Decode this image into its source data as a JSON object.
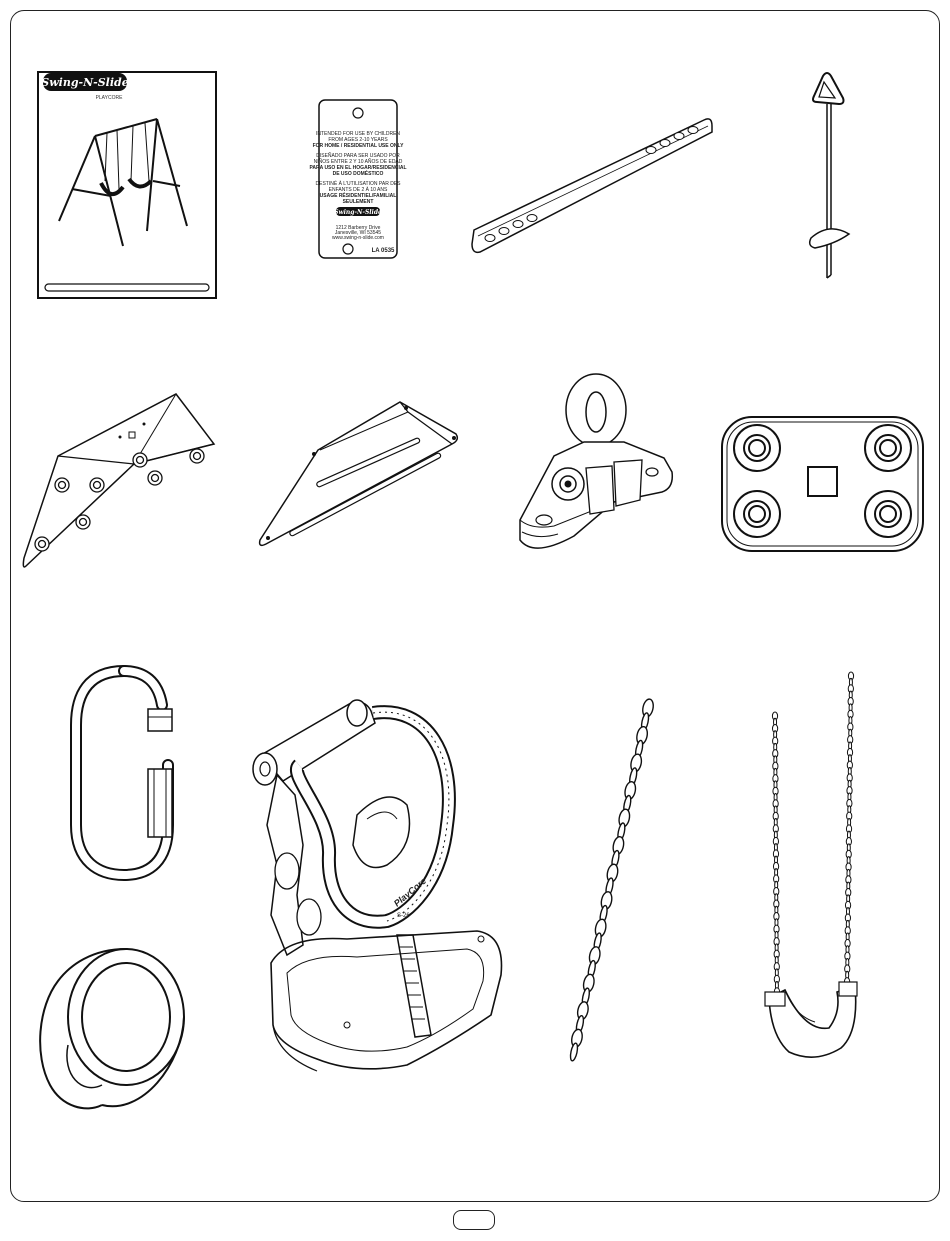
{
  "manual": {
    "brand": "Swing-N-Slide",
    "sub_brand": "PLAYCORE"
  },
  "warning_tag": {
    "lines_en": [
      "INTENDED FOR USE BY CHILDREN",
      "FROM AGES 2-10 YEARS",
      "FOR HOME / RESIDENTIAL USE ONLY"
    ],
    "lines_es": [
      "DISEÑADO PARA SER USADO POR",
      "NIÑOS ENTRE 2 Y 10 AÑOS DE EDAD",
      "PARA USO EN EL HOGAR/RESIDENCIAL",
      "DE USO DOMÉSTICO"
    ],
    "lines_fr": [
      "DESTINÉ À L'UTILISATION PAR DES",
      "ENFANTS DE 2 À 10 ANS",
      "USAGE RÉSIDENTIEL/FAMILIAL",
      "SEULEMENT"
    ],
    "brand": "Swing-N-Slide",
    "address": [
      "1212 Barberry Drive",
      "Janesville, WI 53545",
      "www.swing-n-slide.com"
    ],
    "code": "LA 0535"
  },
  "toddler_seat": {
    "brand": "PlayCore",
    "model": "S-26"
  },
  "colors": {
    "line": "#222222",
    "background": "#ffffff",
    "fill_light": "#f4f4f4"
  },
  "icons": [
    "manual-icon",
    "warning-tag-icon",
    "swing-strap-icon",
    "ground-anchor-icon",
    "corner-bracket-icon",
    "slotted-bracket-icon",
    "swing-hanger-icon",
    "four-hole-plate-icon",
    "quick-link-icon",
    "toddler-swing-seat-icon",
    "chain-icon",
    "belt-swing-icon",
    "pipe-bushing-icon"
  ]
}
